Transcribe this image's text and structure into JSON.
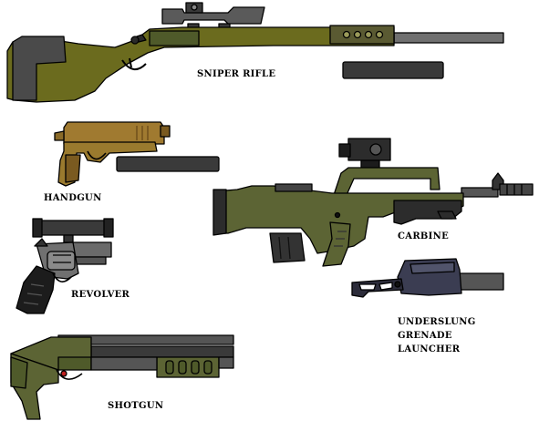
{
  "labels": {
    "sniper_rifle": "SNIPER RIFLE",
    "handgun": "HANDGUN",
    "carbine": "CARBINE",
    "revolver": "REVOLVER",
    "underslung": "UNDERSLUNG\nGRENADE\nLAUNCHER",
    "shotgun": "SHOTGUN"
  },
  "colors": {
    "olive": "#6b6b1e",
    "olive_dark": "#4f5a2a",
    "olive_green": "#5c6434",
    "brass": "#9a7a2e",
    "gunmetal": "#505050",
    "dark_gray": "#3a3a3a",
    "black": "#1c1c1c",
    "navy_gray": "#3b3d52",
    "outline": "#000000"
  },
  "icons": [
    "sniper-rifle-icon",
    "suppressor-icon",
    "handgun-icon",
    "carbine-icon",
    "revolver-icon",
    "grenade-launcher-icon",
    "shotgun-icon"
  ]
}
